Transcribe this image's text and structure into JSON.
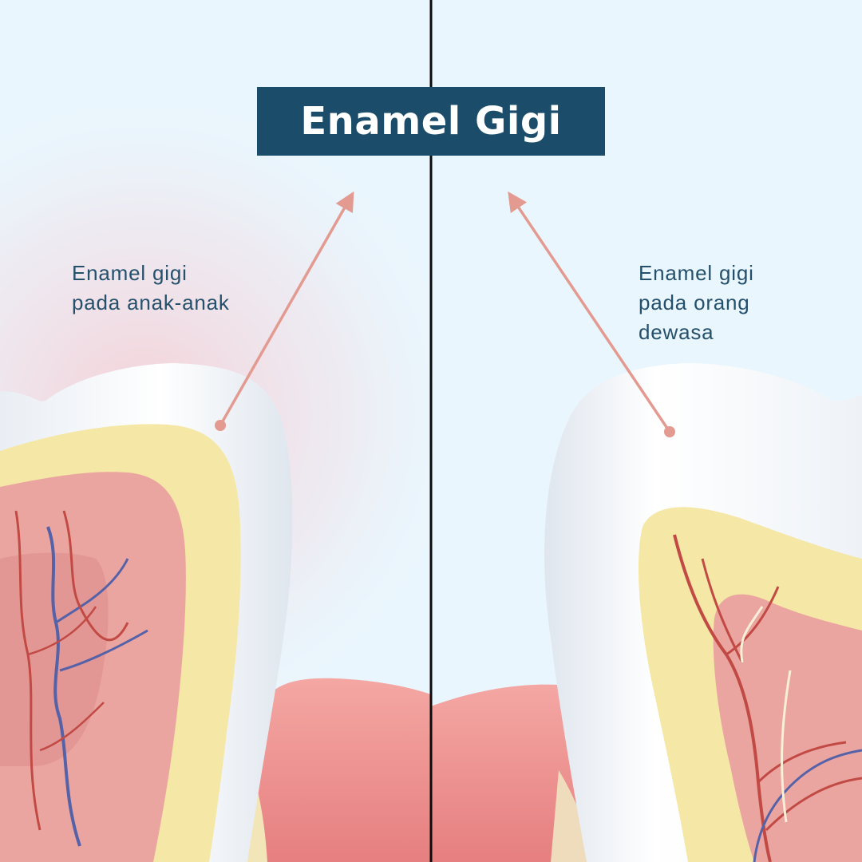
{
  "title": "Enamel Gigi",
  "labels": {
    "child_lines": [
      "Enamel gigi",
      "pada anak-anak"
    ],
    "adult_lines": [
      "Enamel gigi",
      "pada orang",
      "dewasa"
    ]
  },
  "colors": {
    "title_bg": "#1b4c69",
    "label_text": "#25506c",
    "background": "#eaf6fd",
    "pointer": "#e39a90",
    "divider": "#0b0b0b",
    "enamel": "#fbfcfe",
    "dentin": "#f5e7a6",
    "pulp": "#eba5a0",
    "gum": "#ec8f8e",
    "nerve_blue": "#5562a8",
    "vessel_red": "#c24a45"
  }
}
